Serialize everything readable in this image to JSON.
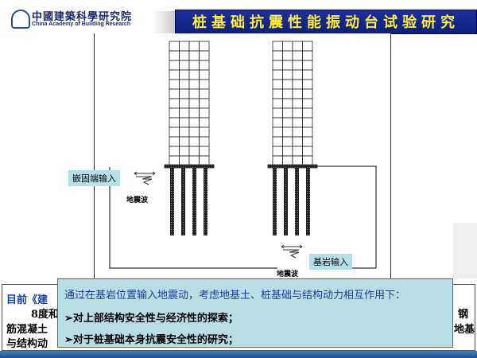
{
  "header": {
    "org_cn": "中國建築科學研究院",
    "org_en": "China Academy of Building Research",
    "title": "桩基础抗震性能振动台试验研究"
  },
  "diagram": {
    "label_fixed_input": "嵌固端输入",
    "label_bedrock_input": "基岩输入",
    "wave_label_1": "地震波",
    "wave_label_2": "地震波"
  },
  "background_text": {
    "line1": "目前《建",
    "line2a": "8度和",
    "line2b": "钢",
    "line3a": "筋混凝土",
    "line3b": "地基",
    "line4": "与结构动"
  },
  "overlay": {
    "intro": "通过在基岩位置输入地震动，考虑地基土、桩基础与结构动力相互作用下：",
    "bullets": [
      "对上部结构安全性与经济性的探索；",
      "对于桩基础本身抗震安全性的研究；"
    ]
  }
}
